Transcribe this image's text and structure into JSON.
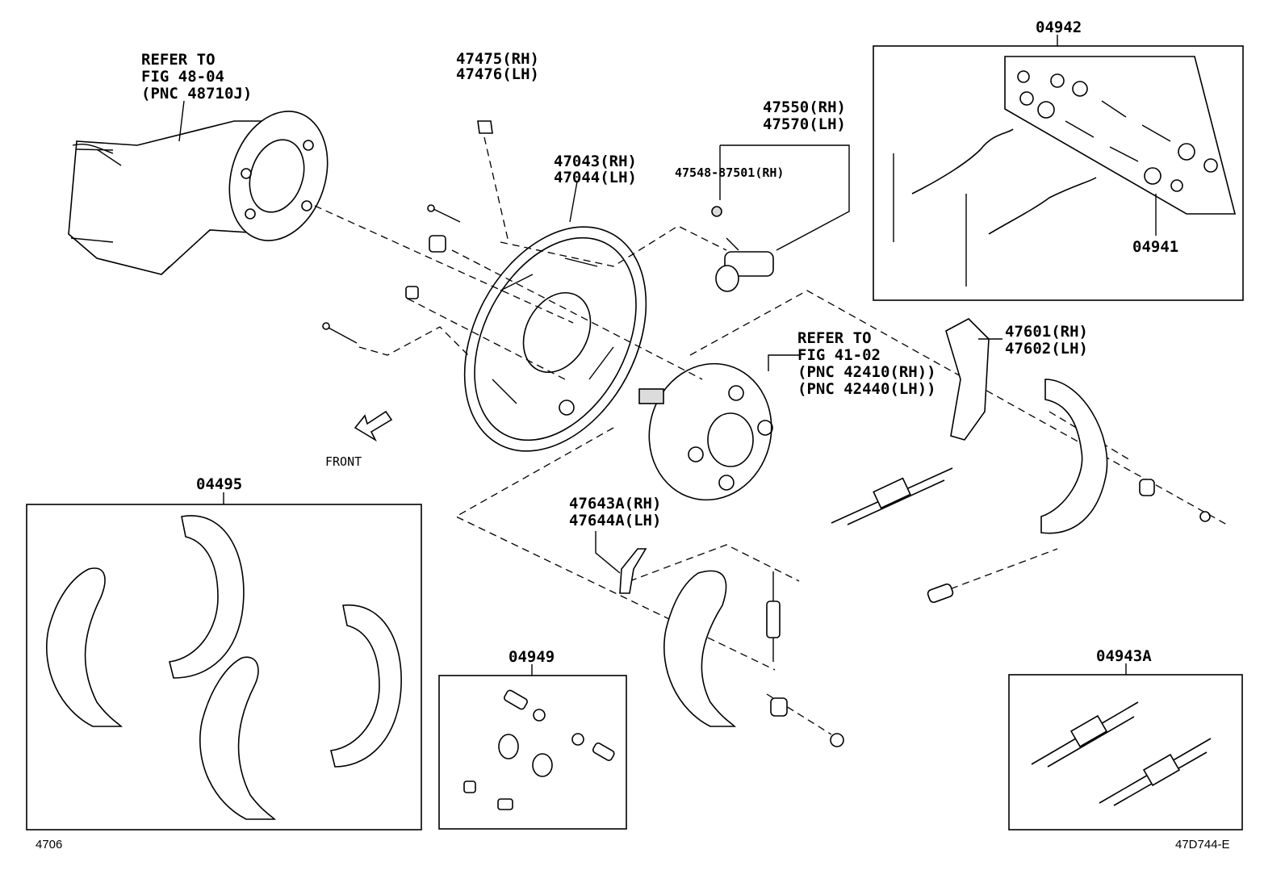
{
  "refer_axle": {
    "line1": "REFER TO",
    "line2": "FIG 48-04",
    "line3": "(PNC 48710J)"
  },
  "refer_hub": {
    "line1": "REFER TO",
    "line2": "FIG 41-02",
    "line3": "(PNC 42410(RH))",
    "line4": "(PNC 42440(LH))"
  },
  "parts": {
    "p47475": "47475(RH)",
    "p47476": "47476(LH)",
    "p47043": "47043(RH)",
    "p47044": "47044(LH)",
    "p47550": "47550(RH)",
    "p47570": "47570(LH)",
    "p47548": "47548-87501(RH)",
    "p04942": "04942",
    "p04941": "04941",
    "p47601": "47601(RH)",
    "p47602": "47602(LH)",
    "p04495": "04495",
    "p47643": "47643A(RH)",
    "p47644": "47644A(LH)",
    "p04949": "04949",
    "p04943": "04943A"
  },
  "front_label": "FRONT",
  "footer": {
    "page_code": "4706",
    "figure_code": "47D744-E"
  }
}
